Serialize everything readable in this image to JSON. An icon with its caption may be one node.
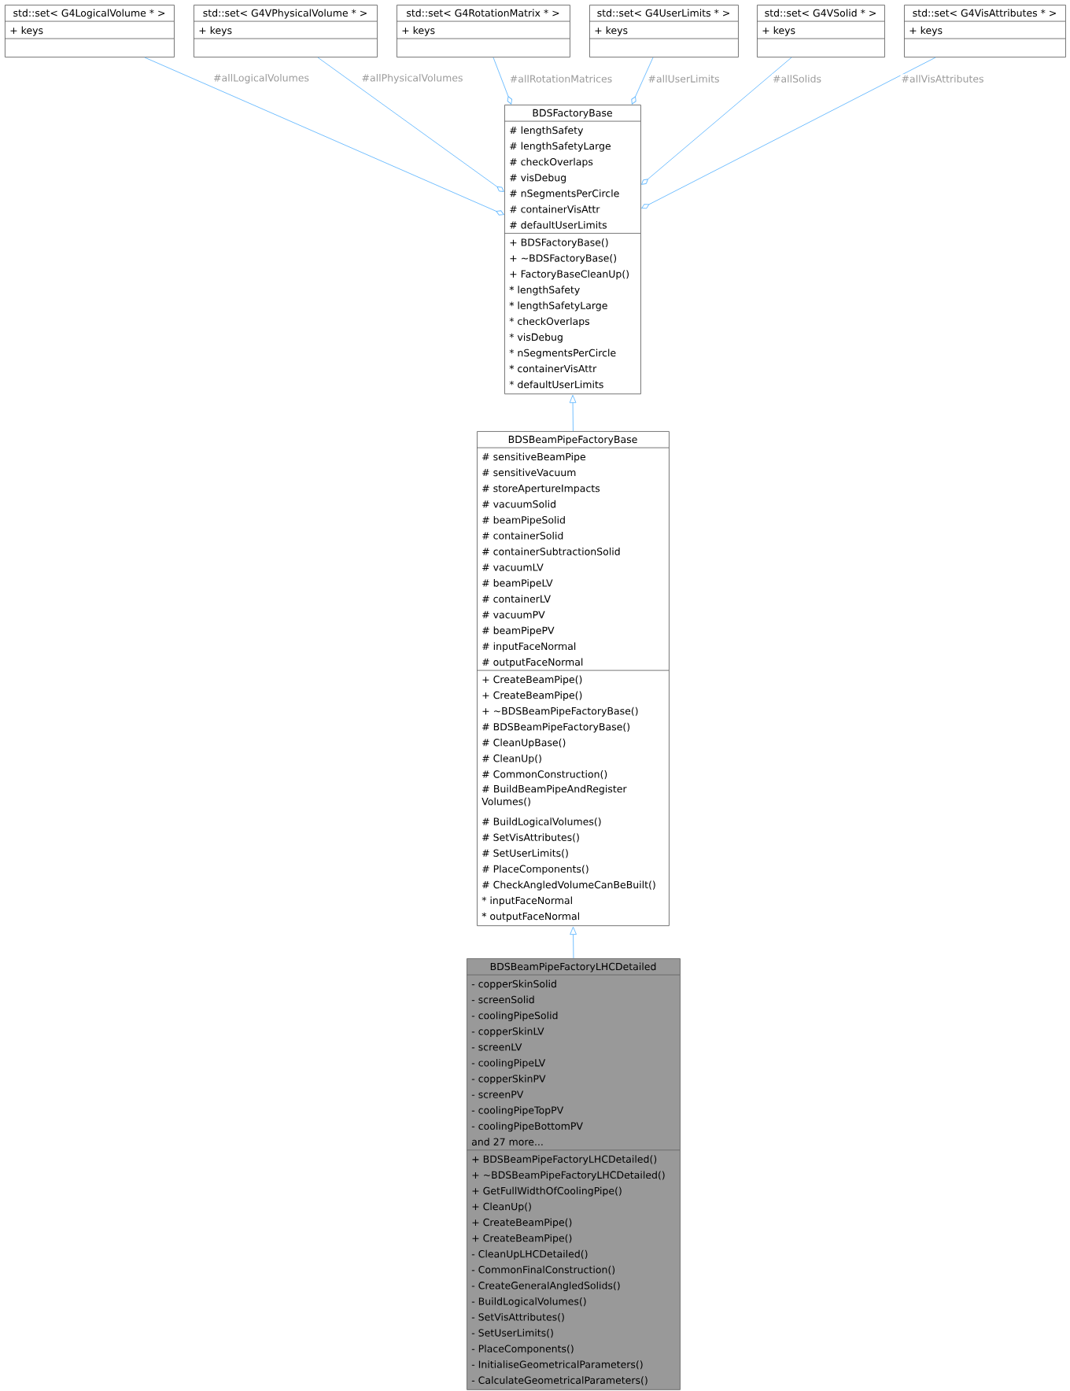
{
  "diagram": {
    "nodes": [
      {
        "text": [
          "std::set< G4LogicalVolume * >",
          "+ keys"
        ]
      },
      {
        "text": [
          "std::set< G4VPhysicalVolume * >",
          "+ keys"
        ]
      },
      {
        "text": [
          "std::set< G4RotationMatrix * >",
          "+ keys"
        ]
      },
      {
        "text": [
          "std::set< G4UserLimits * >",
          "+ keys"
        ]
      },
      {
        "text": [
          "std::set< G4VSolid * >",
          "+ keys"
        ]
      },
      {
        "text": [
          "std::set< G4VisAttributes * >",
          "+ keys"
        ]
      },
      {
        "text": [
          "BDSFactoryBase",
          "# lengthSafety",
          "# lengthSafetyLarge",
          "# checkOverlaps",
          "# visDebug",
          "# nSegmentsPerCircle",
          "# containerVisAttr",
          "# defaultUserLimits",
          "+ BDSFactoryBase()",
          "+ ~BDSFactoryBase()",
          "+ FactoryBaseCleanUp()",
          "* lengthSafety",
          "* lengthSafetyLarge",
          "* checkOverlaps",
          "* visDebug",
          "* nSegmentsPerCircle",
          "* containerVisAttr",
          "* defaultUserLimits"
        ]
      },
      {
        "text": [
          "BDSBeamPipeFactoryBase",
          "# sensitiveBeamPipe",
          "# sensitiveVacuum",
          "# storeApertureImpacts",
          "# vacuumSolid",
          "# beamPipeSolid",
          "# containerSolid",
          "# containerSubtractionSolid",
          "# vacuumLV",
          "# beamPipeLV",
          "# containerLV",
          "# vacuumPV",
          "# beamPipePV",
          "# inputFaceNormal",
          "# outputFaceNormal",
          "+ CreateBeamPipe()",
          "+ CreateBeamPipe()",
          "+ ~BDSBeamPipeFactoryBase()",
          "# BDSBeamPipeFactoryBase()",
          "# CleanUpBase()",
          "# CleanUp()",
          "# CommonConstruction()",
          "# BuildBeamPipeAndRegister Volumes()",
          "# BuildLogicalVolumes()",
          "# SetVisAttributes()",
          "# SetUserLimits()",
          "# PlaceComponents()",
          "# CheckAngledVolumeCanBeBuilt()",
          "* inputFaceNormal",
          "* outputFaceNormal"
        ]
      },
      {
        "text": [
          "BDSBeamPipeFactoryLHCDetailed",
          "- copperSkinSolid",
          "- screenSolid",
          "- coolingPipeSolid",
          "- copperSkinLV",
          "- screenLV",
          "- coolingPipeLV",
          "- copperSkinPV",
          "- screenPV",
          "- coolingPipeTopPV",
          "- coolingPipeBottomPV",
          "and 27 more...",
          "+ BDSBeamPipeFactoryLHCDetailed()",
          "+ ~BDSBeamPipeFactoryLHCDetailed()",
          "+ GetFullWidthOfCoolingPipe()",
          "+ CleanUp()",
          "+ CreateBeamPipe()",
          "+ CreateBeamPipe()",
          "- CleanUpLHCDetailed()",
          "- CommonFinalConstruction()",
          "- CreateGeneralAngledSolids()",
          "- BuildLogicalVolumes()",
          "- SetVisAttributes()",
          "- SetUserLimits()",
          "- PlaceComponents()",
          "- InitialiseGeometricalParameters()",
          "- CalculateGeometricalParameters()"
        ]
      }
    ],
    "edges": [
      {
        "from": 0,
        "to": 6,
        "arrow": "other",
        "label": "#allLogicalVolumes"
      },
      {
        "from": 1,
        "to": 6,
        "arrow": "other",
        "label": "#allPhysicalVolumes"
      },
      {
        "from": 2,
        "to": 6,
        "arrow": "other",
        "label": "#allRotationMatrices"
      },
      {
        "from": 3,
        "to": 6,
        "arrow": "other",
        "label": "#allUserLimits"
      },
      {
        "from": 4,
        "to": 6,
        "arrow": "other",
        "label": "#allSolids"
      },
      {
        "from": 5,
        "to": 6,
        "arrow": "other",
        "label": "#allVisAttributes"
      },
      {
        "from": 7,
        "to": 6,
        "arrow": "to"
      },
      {
        "from": 8,
        "to": 7,
        "arrow": "to"
      }
    ]
  }
}
